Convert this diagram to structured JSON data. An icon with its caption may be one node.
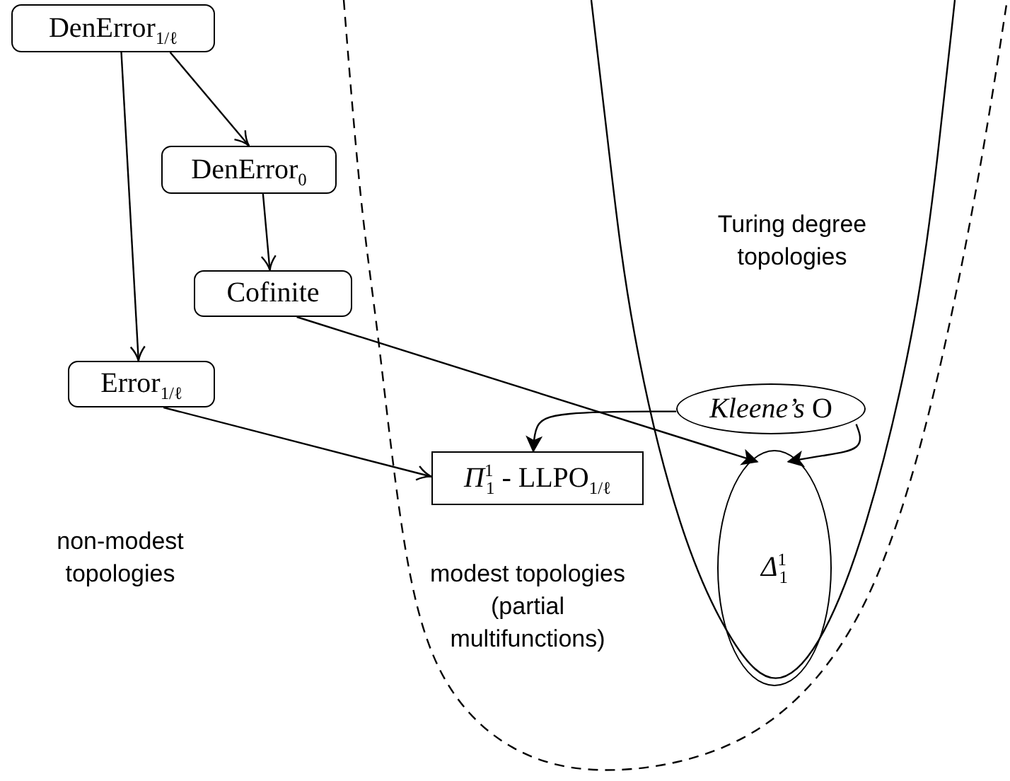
{
  "diagram": {
    "nodes": [
      {
        "text": [
          "DenError$_{1/ℓ}$"
        ]
      },
      {
        "text": [
          "DenError$_{0}$"
        ]
      },
      {
        "text": [
          "Cofinite"
        ]
      },
      {
        "text": [
          "Error$_{1/ℓ}$"
        ]
      },
      {
        "text": [
          "*Kleene’s* O"
        ]
      },
      {
        "text": [
          "*Π*$^{1}$$_{1}$ - LLPO$_{1/ℓ}$"
        ]
      },
      {
        "text": [
          "*Δ*$^{1}$$_{1}$"
        ]
      }
    ],
    "edges": [
      {
        "from": 0,
        "to": 1,
        "arrow": "to"
      },
      {
        "from": 0,
        "to": 3,
        "arrow": "to"
      },
      {
        "from": 1,
        "to": 2,
        "arrow": "to"
      },
      {
        "from": 2,
        "to": 6,
        "arrow": "to"
      },
      {
        "from": 3,
        "to": 5,
        "arrow": "to"
      },
      {
        "from": 4,
        "to": 5,
        "arrow": "to"
      },
      {
        "from": 4,
        "to": 6,
        "arrow": "to"
      }
    ],
    "labels": [
      "Turing degree topologies",
      "non-modest topologies",
      "modest topologies (partial multifunctions)"
    ]
  }
}
